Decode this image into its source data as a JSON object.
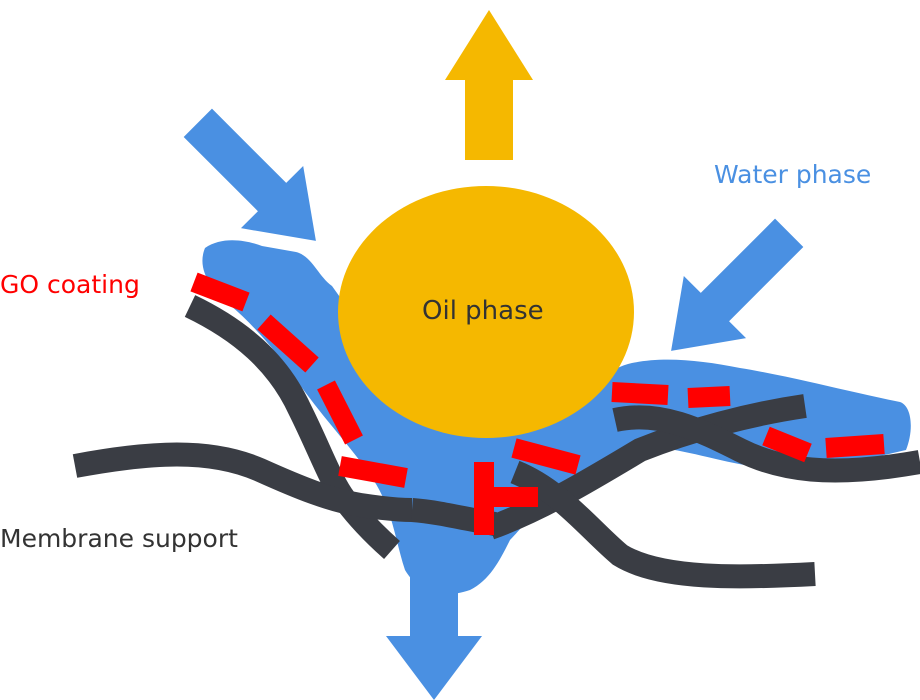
{
  "labels": {
    "water_phase": "Water phase",
    "go_coating": "GO coating",
    "membrane_support": "Membrane support",
    "oil_phase": "Oil phase"
  },
  "colors": {
    "water": "#4a90e2",
    "oil": "#f5b800",
    "go_coating": "#ff0000",
    "membrane": "#3a3d44",
    "label_water": "#4a90e2",
    "label_go": "#ff0000",
    "label_membrane": "#333333",
    "label_oil": "#333333"
  }
}
